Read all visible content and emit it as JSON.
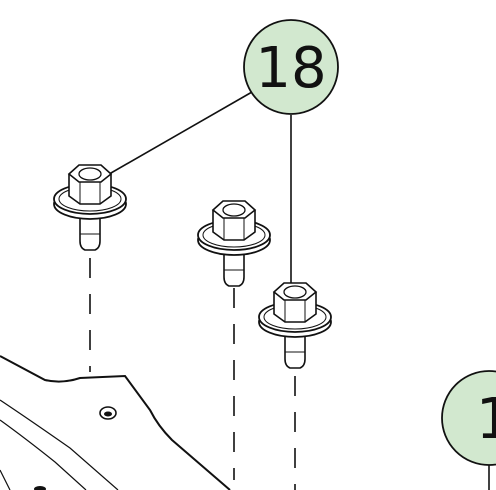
{
  "callouts": [
    {
      "id": "callout-18",
      "label": "18"
    },
    {
      "id": "callout-partial",
      "label": "1"
    }
  ],
  "parts": [
    {
      "name": "flange-bolt",
      "callout": "18",
      "quantity_shown": 3
    }
  ],
  "colors": {
    "callout_fill": "#d2e8cf",
    "line": "#111111",
    "background": "#ffffff"
  }
}
